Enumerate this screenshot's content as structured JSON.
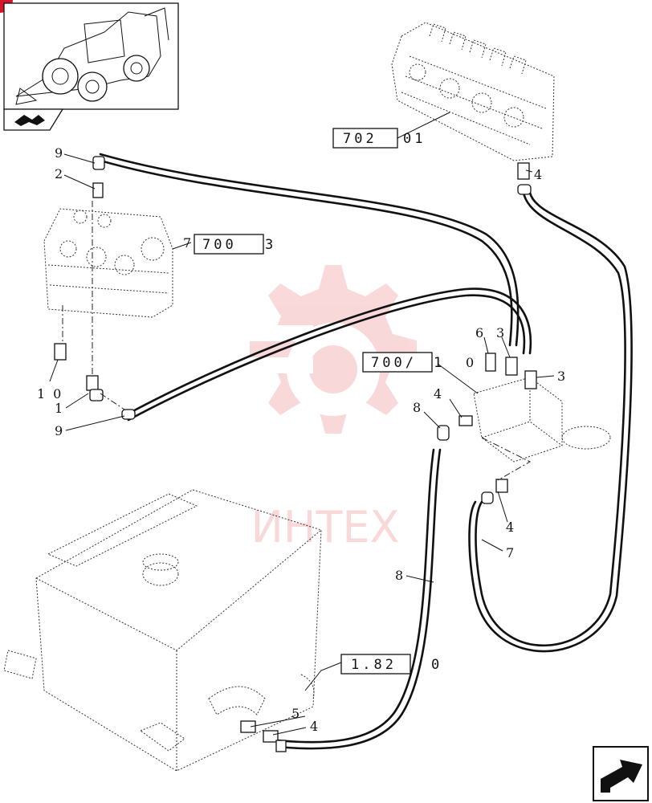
{
  "watermark": {
    "text": "ИНТЕХ",
    "color": "#e8505b"
  },
  "ref_boxes": {
    "r1": "702",
    "r2": "700",
    "r3": "700/",
    "r4": "1.82"
  },
  "ref_suffixes": {
    "r1": "01",
    "r2": "3",
    "r3": "1",
    "r3b": "0",
    "r4": "0"
  },
  "callouts": {
    "c9a": "9",
    "c2": "2",
    "c7": "7",
    "c10": "10",
    "c1": "1",
    "c9b": "9",
    "c4a": "4",
    "c6": "6",
    "c3a": "3",
    "c3b": "3",
    "c8a": "8",
    "c4b": "4",
    "c4c": "4",
    "c7b": "7",
    "c8b": "8",
    "c5": "5",
    "c4d": "4"
  },
  "icons": {
    "thumbnail": "loader-backhoe-thumbnail",
    "section": "hydraulic-section-icon",
    "next": "next-page-arrow-icon"
  },
  "colors": {
    "line": "#111111",
    "watermark": "#e8505b",
    "badge": "#d9132a"
  }
}
